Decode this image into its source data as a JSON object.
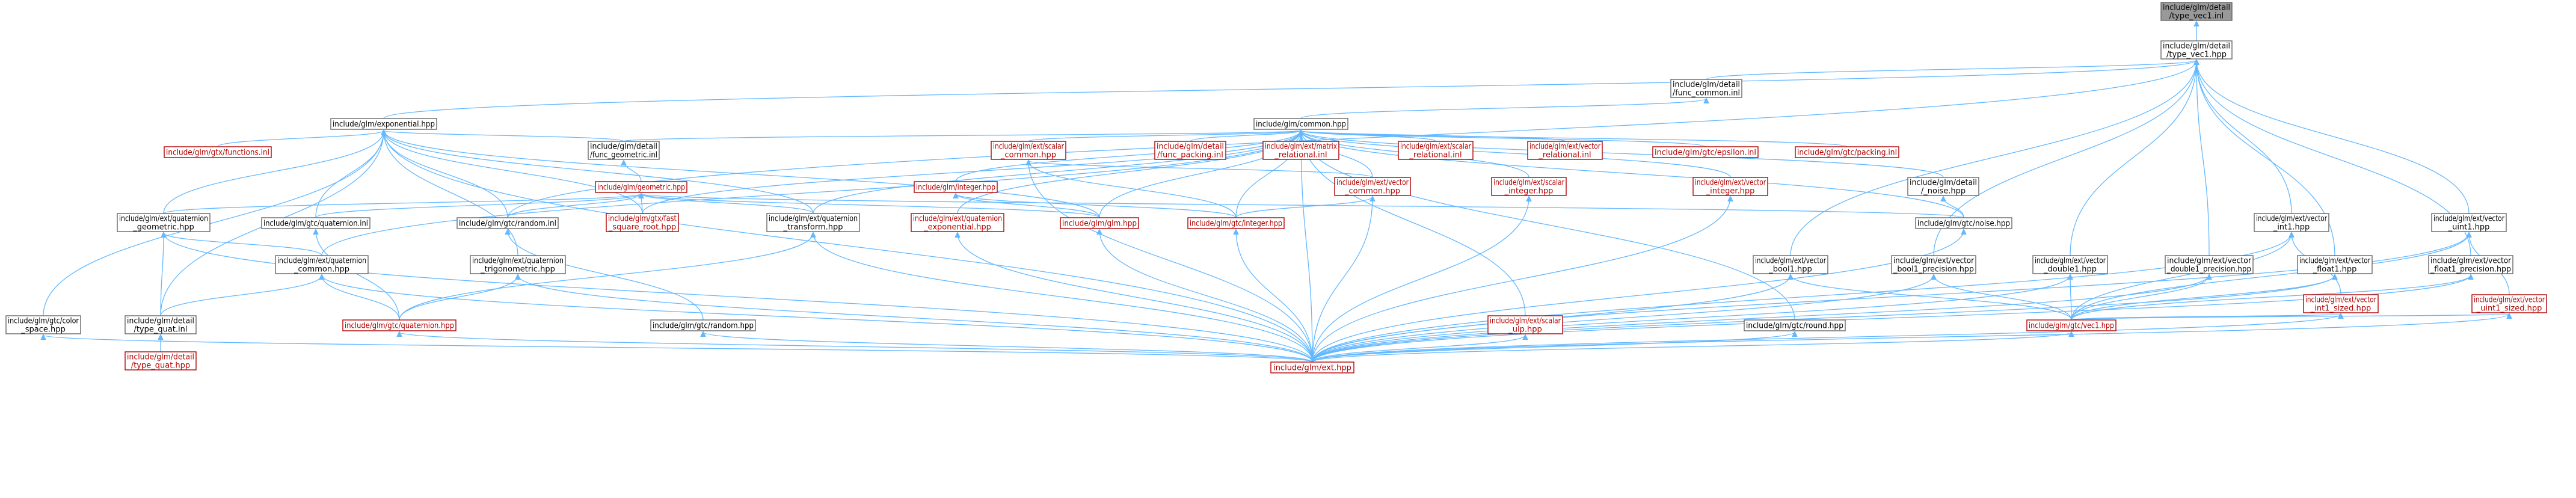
{
  "diagram": {
    "nodes": [
      {
        "id": "n_root",
        "label": [
          "include/glm/detail",
          "/type_vec1.inl"
        ],
        "style": "root"
      },
      {
        "id": "n_type_vec1_hpp",
        "label": [
          "include/glm/detail",
          "/type_vec1.hpp"
        ],
        "style": "black"
      },
      {
        "id": "n_func_common_inl",
        "label": [
          "include/glm/detail",
          "/func_common.inl"
        ],
        "style": "black"
      },
      {
        "id": "n_exponential",
        "label": [
          "include/glm/exponential.hpp"
        ],
        "style": "black"
      },
      {
        "id": "n_common",
        "label": [
          "include/glm/common.hpp"
        ],
        "style": "black"
      },
      {
        "id": "n_gtx_functions",
        "label": [
          "include/glm/gtx/functions.inl"
        ],
        "style": "red"
      },
      {
        "id": "n_func_geometric",
        "label": [
          "include/glm/detail",
          "/func_geometric.inl"
        ],
        "style": "black"
      },
      {
        "id": "n_ext_scalar_common",
        "label": [
          "include/glm/ext/scalar",
          "_common.hpp"
        ],
        "style": "red"
      },
      {
        "id": "n_func_packing",
        "label": [
          "include/glm/detail",
          "/func_packing.inl"
        ],
        "style": "red"
      },
      {
        "id": "n_matrix_relational",
        "label": [
          "include/glm/ext/matrix",
          "_relational.inl"
        ],
        "style": "red"
      },
      {
        "id": "n_scalar_relational",
        "label": [
          "include/glm/ext/scalar",
          "_relational.inl"
        ],
        "style": "red"
      },
      {
        "id": "n_vector_relational",
        "label": [
          "include/glm/ext/vector",
          "_relational.inl"
        ],
        "style": "red"
      },
      {
        "id": "n_gtc_epsilon",
        "label": [
          "include/glm/gtc/epsilon.inl"
        ],
        "style": "red"
      },
      {
        "id": "n_gtc_packing",
        "label": [
          "include/glm/gtc/packing.inl"
        ],
        "style": "red"
      },
      {
        "id": "n_geometric",
        "label": [
          "include/glm/geometric.hpp"
        ],
        "style": "red"
      },
      {
        "id": "n_integer",
        "label": [
          "include/glm/integer.hpp"
        ],
        "style": "red"
      },
      {
        "id": "n_ext_vector_common",
        "label": [
          "include/glm/ext/vector",
          "_common.hpp"
        ],
        "style": "red"
      },
      {
        "id": "n_ext_scalar_integer",
        "label": [
          "include/glm/ext/scalar",
          "_integer.hpp"
        ],
        "style": "red"
      },
      {
        "id": "n_ext_vector_integer",
        "label": [
          "include/glm/ext/vector",
          "_integer.hpp"
        ],
        "style": "red"
      },
      {
        "id": "n_c_noise",
        "label": [
          "include/glm/detail",
          "/_noise.hpp"
        ],
        "style": "black"
      },
      {
        "id": "n_quat_geometric",
        "label": [
          "include/glm/ext/quaternion",
          "_geometric.hpp"
        ],
        "style": "black"
      },
      {
        "id": "n_gtc_quaternion_inl",
        "label": [
          "include/glm/gtc/quaternion.inl"
        ],
        "style": "black"
      },
      {
        "id": "n_gtc_random_inl",
        "label": [
          "include/glm/gtc/random.inl"
        ],
        "style": "black"
      },
      {
        "id": "n_gtx_fast_sqrt",
        "label": [
          "include/glm/gtx/fast",
          "_square_root.hpp"
        ],
        "style": "red"
      },
      {
        "id": "n_quat_transform",
        "label": [
          "include/glm/ext/quaternion",
          "_transform.hpp"
        ],
        "style": "black"
      },
      {
        "id": "n_quat_exponential",
        "label": [
          "include/glm/ext/quaternion",
          "_exponential.hpp"
        ],
        "style": "red"
      },
      {
        "id": "n_glm_hpp",
        "label": [
          "include/glm/glm.hpp"
        ],
        "style": "red"
      },
      {
        "id": "n_gtc_integer",
        "label": [
          "include/glm/gtc/integer.hpp"
        ],
        "style": "red"
      },
      {
        "id": "n_gtc_noise",
        "label": [
          "include/glm/gtc/noise.hpp"
        ],
        "style": "black"
      },
      {
        "id": "n_vec_int1",
        "label": [
          "include/glm/ext/vector",
          "_int1.hpp"
        ],
        "style": "black"
      },
      {
        "id": "n_vec_uint1",
        "label": [
          "include/glm/ext/vector",
          "_uint1.hpp"
        ],
        "style": "black"
      },
      {
        "id": "n_quat_common",
        "label": [
          "include/glm/ext/quaternion",
          "_common.hpp"
        ],
        "style": "black"
      },
      {
        "id": "n_quat_trig",
        "label": [
          "include/glm/ext/quaternion",
          "_trigonometric.hpp"
        ],
        "style": "black"
      },
      {
        "id": "n_vec_bool1",
        "label": [
          "include/glm/ext/vector",
          "_bool1.hpp"
        ],
        "style": "black"
      },
      {
        "id": "n_vec_bool1_prec",
        "label": [
          "include/glm/ext/vector",
          "_bool1_precision.hpp"
        ],
        "style": "black"
      },
      {
        "id": "n_vec_double1",
        "label": [
          "include/glm/ext/vector",
          "_double1.hpp"
        ],
        "style": "black"
      },
      {
        "id": "n_vec_double1_prec",
        "label": [
          "include/glm/ext/vector",
          "_double1_precision.hpp"
        ],
        "style": "black"
      },
      {
        "id": "n_vec_float1",
        "label": [
          "include/glm/ext/vector",
          "_float1.hpp"
        ],
        "style": "black"
      },
      {
        "id": "n_vec_float1_prec",
        "label": [
          "include/glm/ext/vector",
          "_float1_precision.hpp"
        ],
        "style": "black"
      },
      {
        "id": "n_vec_int1_sized",
        "label": [
          "include/glm/ext/vector",
          "_int1_sized.hpp"
        ],
        "style": "red"
      },
      {
        "id": "n_vec_uint1_sized",
        "label": [
          "include/glm/ext/vector",
          "_uint1_sized.hpp"
        ],
        "style": "red"
      },
      {
        "id": "n_gtc_color_space",
        "label": [
          "include/glm/gtc/color",
          "_space.hpp"
        ],
        "style": "black"
      },
      {
        "id": "n_type_quat_inl",
        "label": [
          "include/glm/detail",
          "/type_quat.inl"
        ],
        "style": "black"
      },
      {
        "id": "n_gtc_quaternion_hpp",
        "label": [
          "include/glm/gtc/quaternion.hpp"
        ],
        "style": "red"
      },
      {
        "id": "n_gtc_random_hpp",
        "label": [
          "include/glm/gtc/random.hpp"
        ],
        "style": "black"
      },
      {
        "id": "n_ext_scalar_ulp",
        "label": [
          "include/glm/ext/scalar",
          "_ulp.hpp"
        ],
        "style": "red"
      },
      {
        "id": "n_gtc_round",
        "label": [
          "include/glm/gtc/round.hpp"
        ],
        "style": "black"
      },
      {
        "id": "n_gtc_vec1",
        "label": [
          "include/glm/gtc/vec1.hpp"
        ],
        "style": "red"
      },
      {
        "id": "n_type_quat_hpp",
        "label": [
          "include/glm/detail",
          "/type_quat.hpp"
        ],
        "style": "red"
      },
      {
        "id": "n_ext_hpp",
        "label": [
          "include/glm/ext.hpp"
        ],
        "style": "red"
      }
    ],
    "edges": [
      [
        "n_type_vec1_hpp",
        "n_root"
      ],
      [
        "n_func_common_inl",
        "n_type_vec1_hpp"
      ],
      [
        "n_exponential",
        "n_type_vec1_hpp"
      ],
      [
        "n_gtc_random_inl",
        "n_type_vec1_hpp"
      ],
      [
        "n_vec_bool1",
        "n_type_vec1_hpp"
      ],
      [
        "n_vec_bool1_prec",
        "n_type_vec1_hpp"
      ],
      [
        "n_vec_double1",
        "n_type_vec1_hpp"
      ],
      [
        "n_vec_double1_prec",
        "n_type_vec1_hpp"
      ],
      [
        "n_vec_float1",
        "n_type_vec1_hpp"
      ],
      [
        "n_vec_float1_prec",
        "n_type_vec1_hpp"
      ],
      [
        "n_vec_int1",
        "n_type_vec1_hpp"
      ],
      [
        "n_vec_uint1",
        "n_type_vec1_hpp"
      ],
      [
        "n_common",
        "n_func_common_inl"
      ],
      [
        "n_gtx_functions",
        "n_exponential"
      ],
      [
        "n_func_geometric",
        "n_exponential"
      ],
      [
        "n_quat_geometric",
        "n_exponential"
      ],
      [
        "n_gtc_quaternion_inl",
        "n_exponential"
      ],
      [
        "n_gtc_random_inl",
        "n_exponential"
      ],
      [
        "n_gtx_fast_sqrt",
        "n_exponential"
      ],
      [
        "n_quat_transform",
        "n_exponential"
      ],
      [
        "n_glm_hpp",
        "n_exponential"
      ],
      [
        "n_quat_trig",
        "n_exponential"
      ],
      [
        "n_gtc_color_space",
        "n_exponential"
      ],
      [
        "n_type_quat_inl",
        "n_exponential"
      ],
      [
        "n_ext_hpp",
        "n_exponential"
      ],
      [
        "n_func_geometric",
        "n_common"
      ],
      [
        "n_ext_scalar_common",
        "n_common"
      ],
      [
        "n_func_packing",
        "n_common"
      ],
      [
        "n_matrix_relational",
        "n_common"
      ],
      [
        "n_scalar_relational",
        "n_common"
      ],
      [
        "n_vector_relational",
        "n_common"
      ],
      [
        "n_gtc_epsilon",
        "n_common"
      ],
      [
        "n_gtc_packing",
        "n_common"
      ],
      [
        "n_integer",
        "n_common"
      ],
      [
        "n_ext_vector_common",
        "n_common"
      ],
      [
        "n_ext_scalar_integer",
        "n_common"
      ],
      [
        "n_ext_vector_integer",
        "n_common"
      ],
      [
        "n_c_noise",
        "n_common"
      ],
      [
        "n_gtc_noise",
        "n_common"
      ],
      [
        "n_quat_common",
        "n_common"
      ],
      [
        "n_quat_transform",
        "n_common"
      ],
      [
        "n_quat_exponential",
        "n_common"
      ],
      [
        "n_glm_hpp",
        "n_common"
      ],
      [
        "n_gtc_integer",
        "n_common"
      ],
      [
        "n_gtx_fast_sqrt",
        "n_common"
      ],
      [
        "n_ext_scalar_ulp",
        "n_common"
      ],
      [
        "n_gtc_round",
        "n_common"
      ],
      [
        "n_ext_hpp",
        "n_common"
      ],
      [
        "n_geometric",
        "n_func_geometric"
      ],
      [
        "n_quat_geometric",
        "n_geometric"
      ],
      [
        "n_gtc_quaternion_inl",
        "n_geometric"
      ],
      [
        "n_gtc_random_inl",
        "n_geometric"
      ],
      [
        "n_gtx_fast_sqrt",
        "n_geometric"
      ],
      [
        "n_quat_transform",
        "n_geometric"
      ],
      [
        "n_glm_hpp",
        "n_geometric"
      ],
      [
        "n_gtc_noise",
        "n_geometric"
      ],
      [
        "n_ext_vector_common",
        "n_ext_scalar_common"
      ],
      [
        "n_gtc_integer",
        "n_ext_scalar_common"
      ],
      [
        "n_ext_hpp",
        "n_ext_scalar_common"
      ],
      [
        "n_gtc_integer",
        "n_integer"
      ],
      [
        "n_glm_hpp",
        "n_integer"
      ],
      [
        "n_gtc_integer",
        "n_ext_vector_common"
      ],
      [
        "n_ext_hpp",
        "n_ext_vector_common"
      ],
      [
        "n_ext_hpp",
        "n_ext_scalar_integer"
      ],
      [
        "n_ext_hpp",
        "n_ext_vector_integer"
      ],
      [
        "n_gtc_noise",
        "n_c_noise"
      ],
      [
        "n_quat_common",
        "n_quat_geometric"
      ],
      [
        "n_type_quat_inl",
        "n_quat_geometric"
      ],
      [
        "n_ext_hpp",
        "n_quat_geometric"
      ],
      [
        "n_gtc_quaternion_hpp",
        "n_gtc_quaternion_inl"
      ],
      [
        "n_gtc_random_hpp",
        "n_gtc_random_inl"
      ],
      [
        "n_gtc_quaternion_hpp",
        "n_quat_transform"
      ],
      [
        "n_ext_hpp",
        "n_quat_transform"
      ],
      [
        "n_ext_hpp",
        "n_quat_exponential"
      ],
      [
        "n_ext_hpp",
        "n_glm_hpp"
      ],
      [
        "n_ext_hpp",
        "n_gtc_integer"
      ],
      [
        "n_ext_hpp",
        "n_gtc_noise"
      ],
      [
        "n_gtc_vec1",
        "n_vec_int1"
      ],
      [
        "n_vec_int1_sized",
        "n_vec_int1"
      ],
      [
        "n_ext_hpp",
        "n_vec_int1"
      ],
      [
        "n_gtc_vec1",
        "n_vec_uint1"
      ],
      [
        "n_vec_uint1_sized",
        "n_vec_uint1"
      ],
      [
        "n_ext_hpp",
        "n_vec_uint1"
      ],
      [
        "n_gtc_quaternion_hpp",
        "n_quat_common"
      ],
      [
        "n_type_quat_inl",
        "n_quat_common"
      ],
      [
        "n_ext_hpp",
        "n_quat_common"
      ],
      [
        "n_gtc_quaternion_hpp",
        "n_quat_trig"
      ],
      [
        "n_ext_hpp",
        "n_quat_trig"
      ],
      [
        "n_gtc_vec1",
        "n_vec_bool1"
      ],
      [
        "n_ext_hpp",
        "n_vec_bool1"
      ],
      [
        "n_gtc_vec1",
        "n_vec_bool1_prec"
      ],
      [
        "n_ext_hpp",
        "n_vec_bool1_prec"
      ],
      [
        "n_gtc_vec1",
        "n_vec_double1"
      ],
      [
        "n_ext_hpp",
        "n_vec_double1"
      ],
      [
        "n_gtc_vec1",
        "n_vec_double1_prec"
      ],
      [
        "n_ext_hpp",
        "n_vec_double1_prec"
      ],
      [
        "n_gtc_vec1",
        "n_vec_float1"
      ],
      [
        "n_ext_hpp",
        "n_vec_float1"
      ],
      [
        "n_gtc_vec1",
        "n_vec_float1_prec"
      ],
      [
        "n_ext_hpp",
        "n_vec_float1_prec"
      ],
      [
        "n_gtc_vec1",
        "n_vec_int1_sized"
      ],
      [
        "n_ext_hpp",
        "n_vec_int1_sized"
      ],
      [
        "n_gtc_vec1",
        "n_vec_uint1_sized"
      ],
      [
        "n_ext_hpp",
        "n_vec_uint1_sized"
      ],
      [
        "n_ext_hpp",
        "n_gtc_color_space"
      ],
      [
        "n_type_quat_hpp",
        "n_type_quat_inl"
      ],
      [
        "n_ext_hpp",
        "n_gtc_quaternion_hpp"
      ],
      [
        "n_ext_hpp",
        "n_gtc_random_hpp"
      ],
      [
        "n_ext_hpp",
        "n_ext_scalar_ulp"
      ],
      [
        "n_ext_hpp",
        "n_gtc_round"
      ],
      [
        "n_ext_hpp",
        "n_gtc_vec1"
      ]
    ]
  },
  "colors": {
    "node_fill": "#ffffff",
    "node_border": "#666666",
    "root_fill": "#999999",
    "red_text": "#b20000",
    "edge": "#63b8ff"
  }
}
